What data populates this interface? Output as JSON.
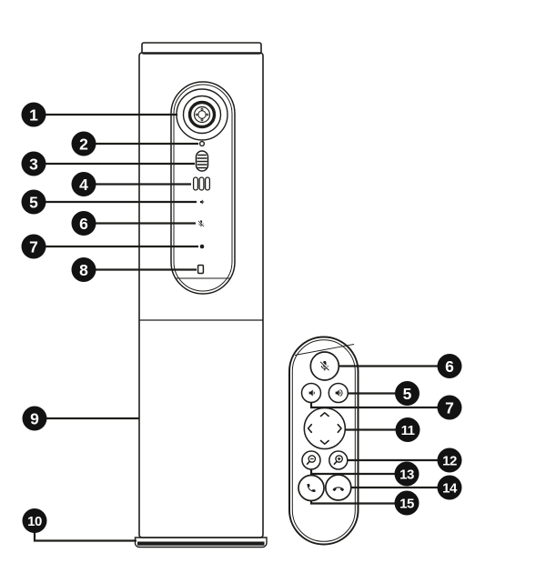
{
  "figure": {
    "type": "product-callout-diagram",
    "colors": {
      "background": "#ffffff",
      "line": "#1d1d1b",
      "callout_bg": "#121212",
      "callout_text": "#ffffff"
    },
    "callouts": {
      "device": [
        {
          "num": "1",
          "icon": "camera-lens"
        },
        {
          "num": "2",
          "icon": "status-led"
        },
        {
          "num": "3",
          "icon": "zoom-wheel"
        },
        {
          "num": "4",
          "icon": "mic-grille"
        },
        {
          "num": "5",
          "icon": "speaker-icon"
        },
        {
          "num": "6",
          "icon": "mic-mute-icon"
        },
        {
          "num": "7",
          "icon": "indicator-dot"
        },
        {
          "num": "8",
          "icon": "port-rectangle"
        },
        {
          "num": "9",
          "icon": "device-body"
        },
        {
          "num": "10",
          "icon": "device-base"
        }
      ],
      "remote": [
        {
          "num": "6",
          "icon": "mic-mute-button"
        },
        {
          "num": "5",
          "icon": "volume-up-button"
        },
        {
          "num": "7",
          "icon": "volume-down-button"
        },
        {
          "num": "11",
          "icon": "dpad"
        },
        {
          "num": "12",
          "icon": "zoom-in-button"
        },
        {
          "num": "13",
          "icon": "zoom-out-button"
        },
        {
          "num": "14",
          "icon": "hang-up-button"
        },
        {
          "num": "15",
          "icon": "call-button"
        }
      ]
    }
  }
}
